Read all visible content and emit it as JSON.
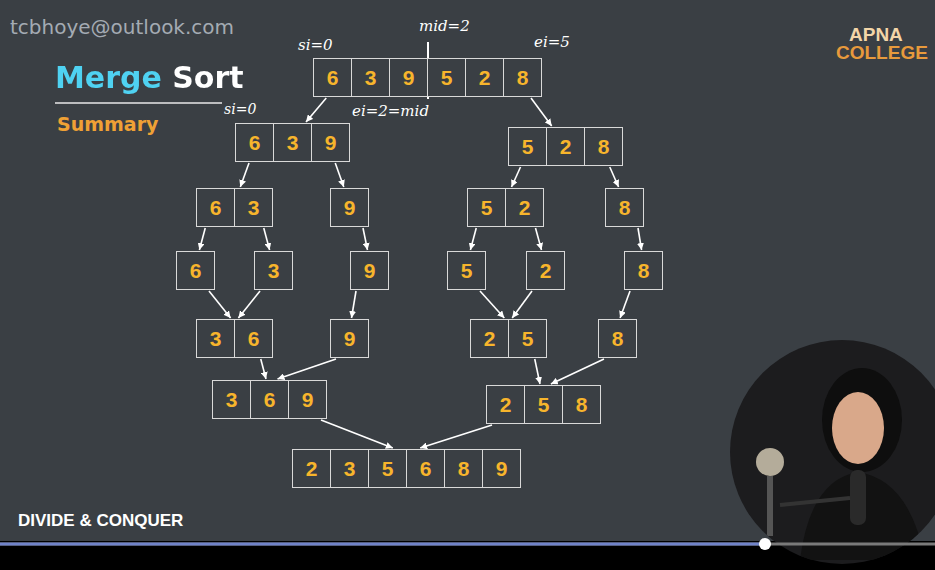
{
  "diagram": {
    "title": "Merge Sort",
    "nodes": [
      {
        "text": [
          "6",
          "3",
          "9",
          "5",
          "2",
          "8"
        ]
      },
      {
        "text": [
          "6",
          "3",
          "9"
        ]
      },
      {
        "text": [
          "5",
          "2",
          "8"
        ]
      },
      {
        "text": [
          "6",
          "3"
        ]
      },
      {
        "text": [
          "9"
        ]
      },
      {
        "text": [
          "5",
          "2"
        ]
      },
      {
        "text": [
          "8"
        ]
      },
      {
        "text": [
          "6"
        ]
      },
      {
        "text": [
          "3"
        ]
      },
      {
        "text": [
          "9"
        ]
      },
      {
        "text": [
          "5"
        ]
      },
      {
        "text": [
          "2"
        ]
      },
      {
        "text": [
          "8"
        ]
      },
      {
        "text": [
          "3",
          "6"
        ]
      },
      {
        "text": [
          "9"
        ]
      },
      {
        "text": [
          "2",
          "5"
        ]
      },
      {
        "text": [
          "8"
        ]
      },
      {
        "text": [
          "3",
          "6",
          "9"
        ]
      },
      {
        "text": [
          "2",
          "5",
          "8"
        ]
      },
      {
        "text": [
          "2",
          "3",
          "5",
          "6",
          "8",
          "9"
        ]
      }
    ],
    "edges": [
      {
        "from": 0,
        "to": 1,
        "arrow": "to"
      },
      {
        "from": 0,
        "to": 2,
        "arrow": "to"
      },
      {
        "from": 1,
        "to": 3,
        "arrow": "to"
      },
      {
        "from": 1,
        "to": 4,
        "arrow": "to"
      },
      {
        "from": 2,
        "to": 5,
        "arrow": "to"
      },
      {
        "from": 2,
        "to": 6,
        "arrow": "to"
      },
      {
        "from": 3,
        "to": 7,
        "arrow": "to"
      },
      {
        "from": 3,
        "to": 8,
        "arrow": "to"
      },
      {
        "from": 4,
        "to": 9,
        "arrow": "to"
      },
      {
        "from": 5,
        "to": 10,
        "arrow": "to"
      },
      {
        "from": 5,
        "to": 11,
        "arrow": "to"
      },
      {
        "from": 6,
        "to": 12,
        "arrow": "to"
      },
      {
        "from": 7,
        "to": 13,
        "arrow": "to"
      },
      {
        "from": 8,
        "to": 13,
        "arrow": "to"
      },
      {
        "from": 9,
        "to": 14,
        "arrow": "to"
      },
      {
        "from": 10,
        "to": 15,
        "arrow": "to"
      },
      {
        "from": 11,
        "to": 15,
        "arrow": "to"
      },
      {
        "from": 12,
        "to": 16,
        "arrow": "to"
      },
      {
        "from": 13,
        "to": 17,
        "arrow": "to"
      },
      {
        "from": 14,
        "to": 17,
        "arrow": "to"
      },
      {
        "from": 15,
        "to": 18,
        "arrow": "to"
      },
      {
        "from": 16,
        "to": 18,
        "arrow": "to"
      },
      {
        "from": 17,
        "to": 19,
        "arrow": "to"
      },
      {
        "from": 18,
        "to": 19,
        "arrow": "to"
      }
    ],
    "labels": [
      "tcbhoye@outlook.com",
      "APNA",
      "COLLEGE",
      "Summary",
      "si=0",
      "mid=2",
      "ei=5",
      "si=0",
      "ei=2=mid",
      "DIVIDE & CONQUER"
    ]
  }
}
